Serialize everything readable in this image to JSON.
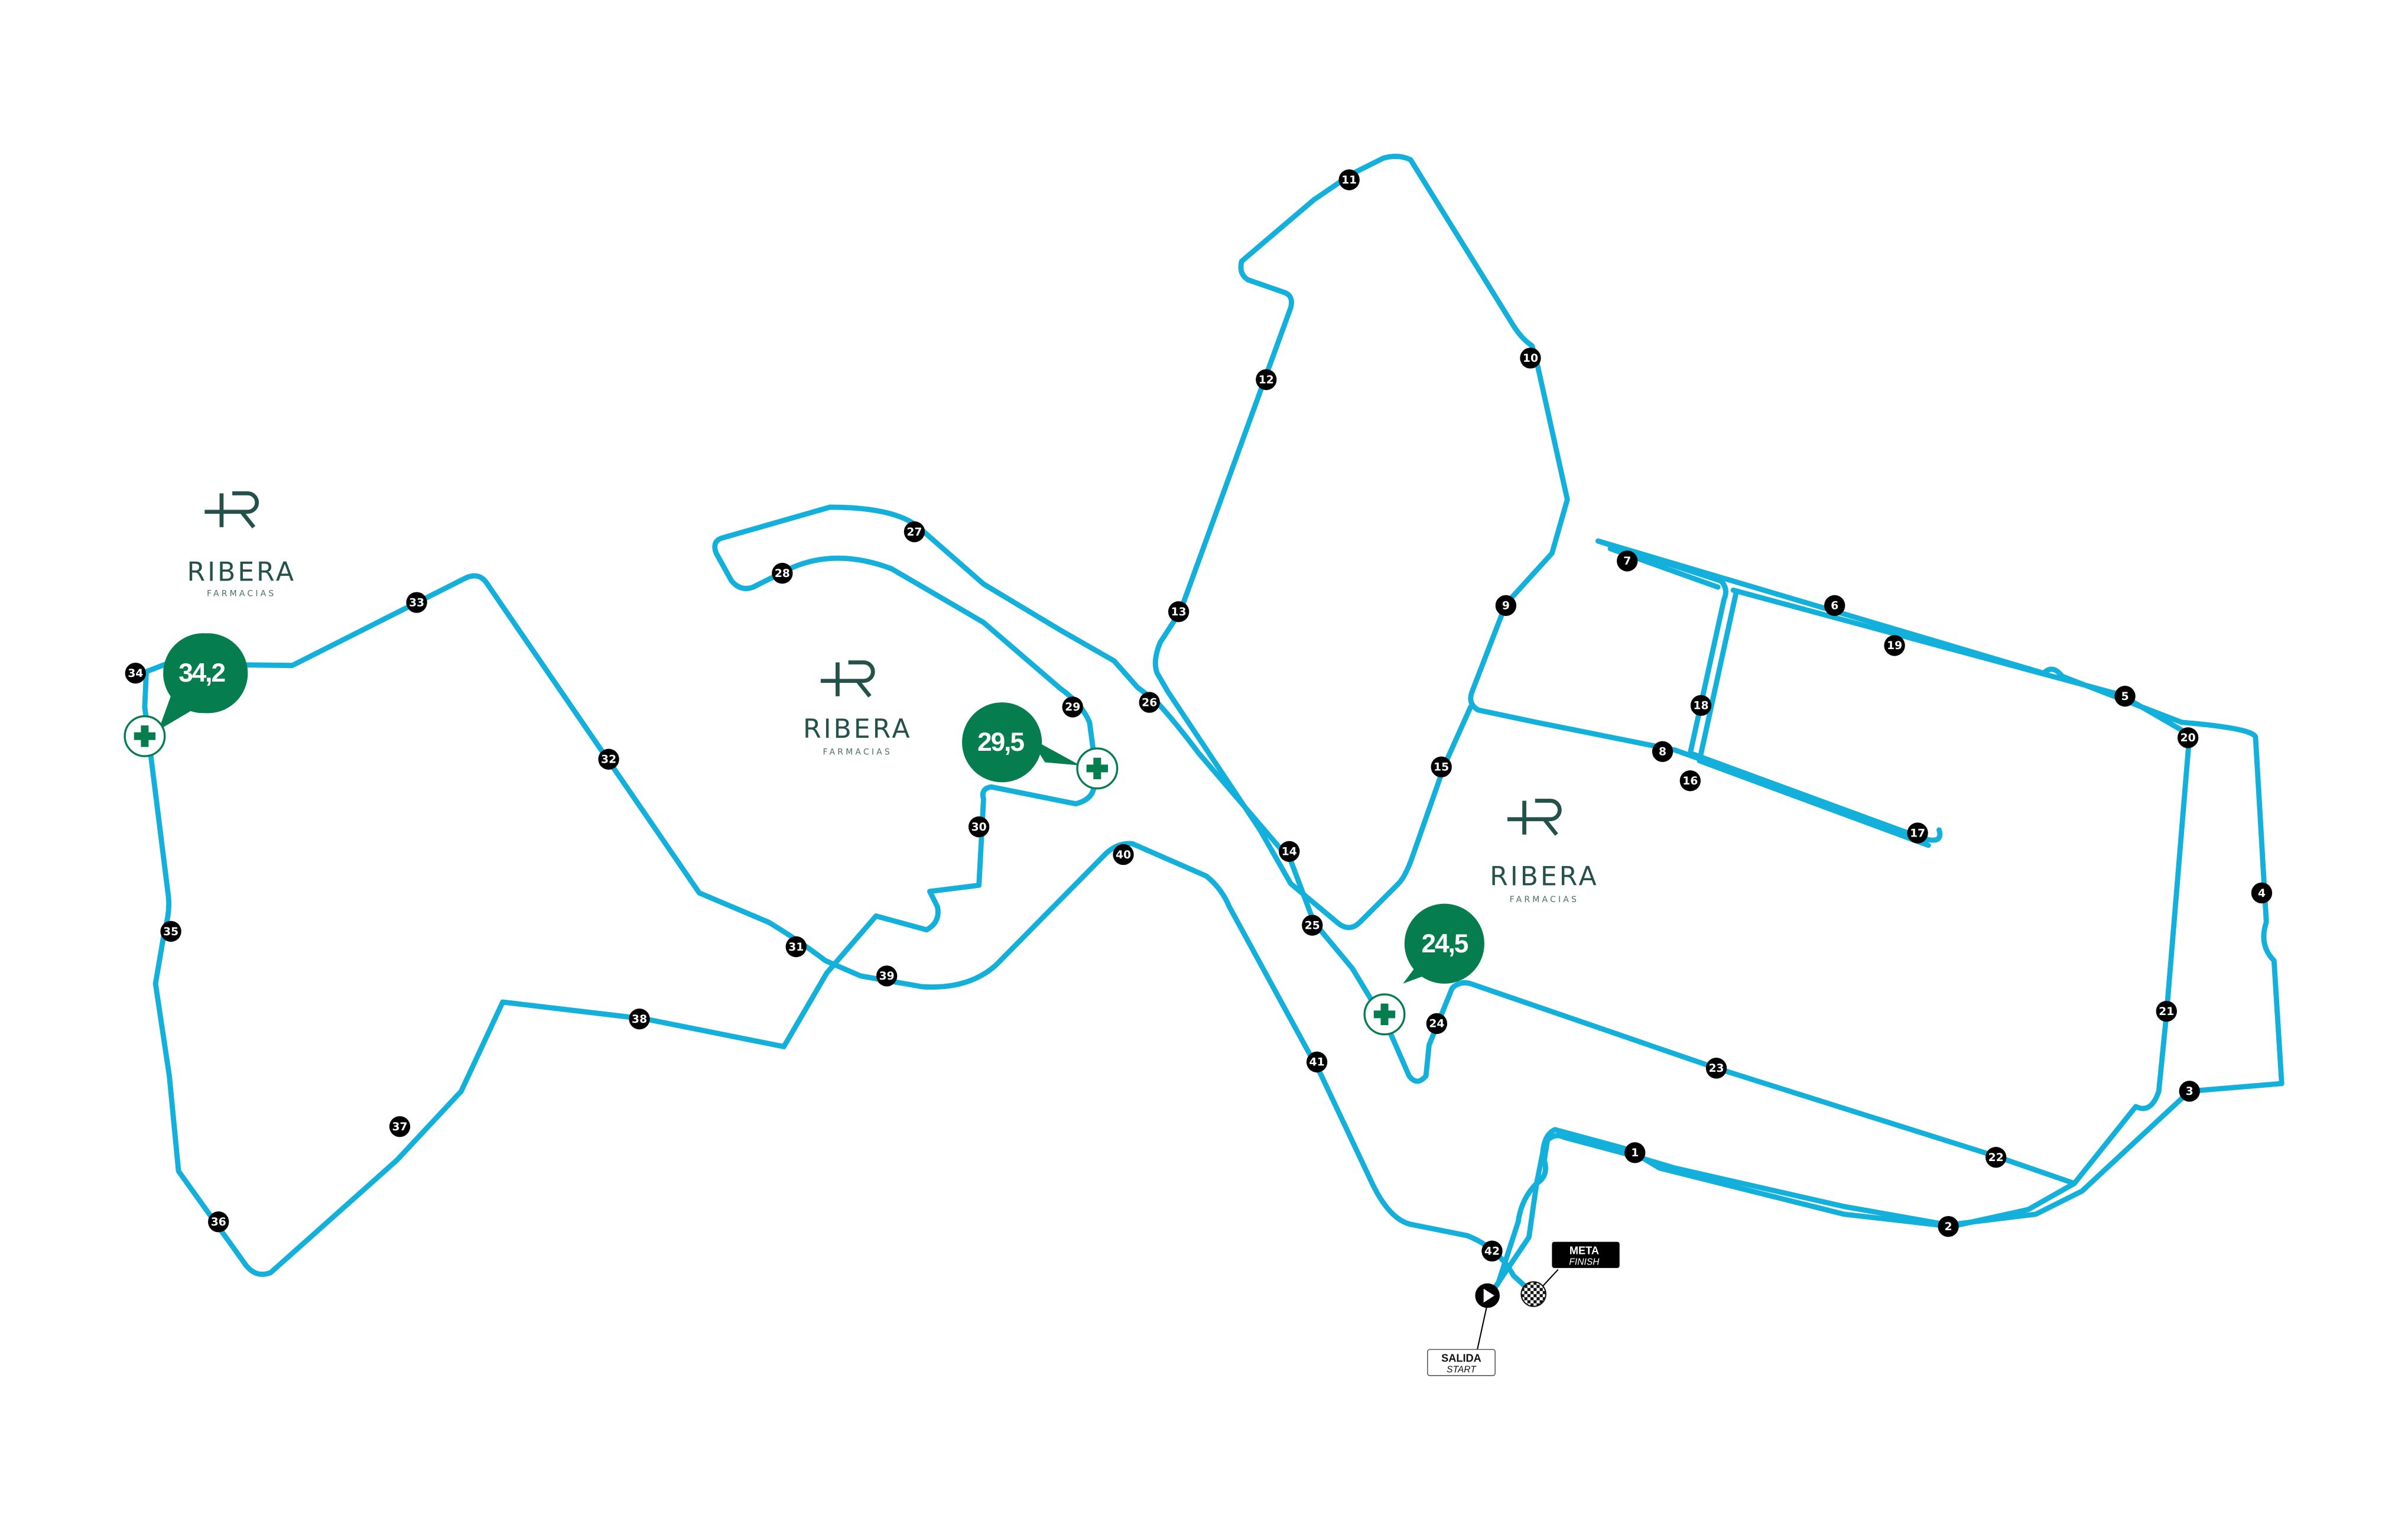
{
  "map": {
    "title": "Marathon route map",
    "route_color": "#12B0DA",
    "aid_color": "#067D4E",
    "brand_color": "#24524A"
  },
  "km_markers": [
    "1",
    "2",
    "3",
    "4",
    "5",
    "6",
    "7",
    "8",
    "9",
    "10",
    "11",
    "12",
    "13",
    "14",
    "15",
    "16",
    "17",
    "18",
    "19",
    "20",
    "21",
    "22",
    "23",
    "24",
    "25",
    "26",
    "27",
    "28",
    "29",
    "30",
    "31",
    "32",
    "33",
    "34",
    "35",
    "36",
    "37",
    "38",
    "39",
    "40",
    "41",
    "42"
  ],
  "aid_stations": [
    {
      "label": "34,2",
      "icon": "pharmacy-cross-icon"
    },
    {
      "label": "29,5",
      "icon": "pharmacy-cross-icon"
    },
    {
      "label": "24,5",
      "icon": "pharmacy-cross-icon"
    }
  ],
  "sponsors": [
    {
      "name": "RIBERA",
      "sub": "FARMACIAS"
    },
    {
      "name": "RIBERA",
      "sub": "FARMACIAS"
    },
    {
      "name": "RIBERA",
      "sub": "FARMACIAS"
    }
  ],
  "start": {
    "label": "SALIDA",
    "sublabel": "START",
    "icon": "play-icon"
  },
  "finish": {
    "label": "META",
    "sublabel": "FINISH",
    "icon": "checkered-flag-icon"
  }
}
